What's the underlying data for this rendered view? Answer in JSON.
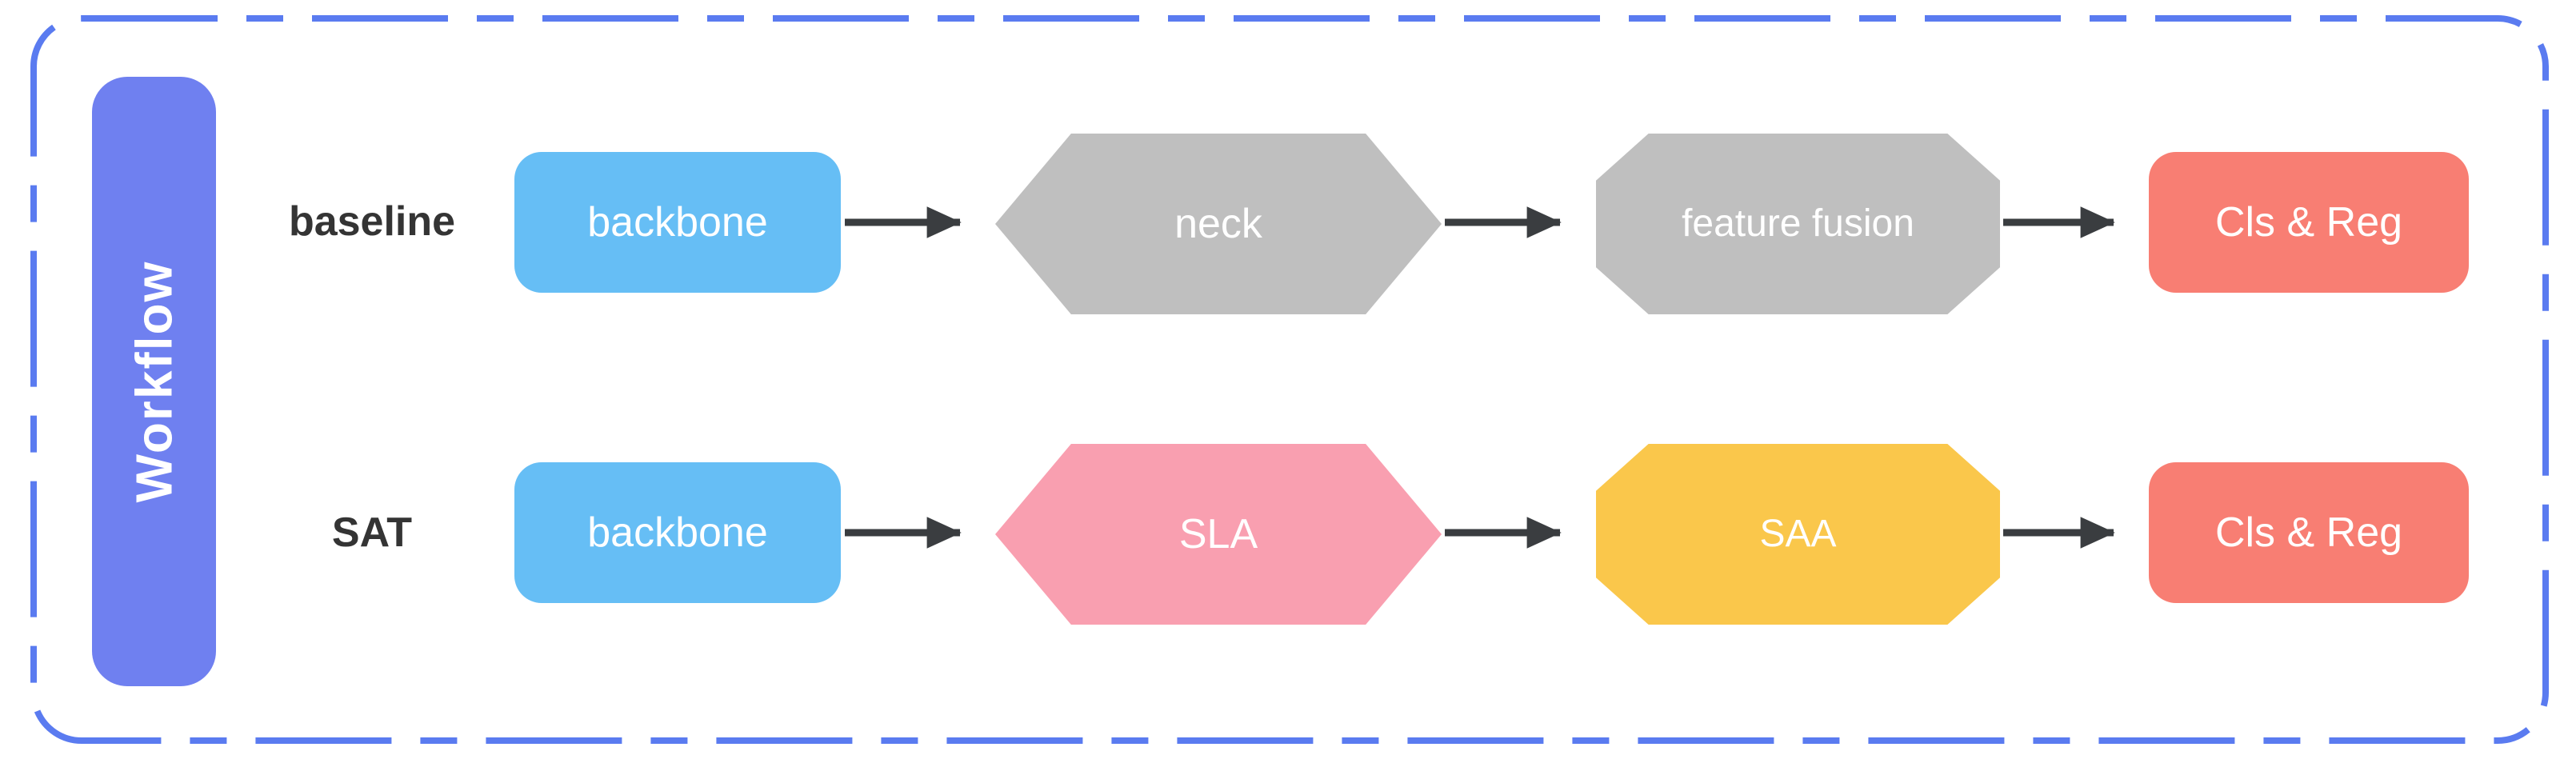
{
  "figure": {
    "sidebar_title": "Workflow",
    "rows": [
      {
        "label": "baseline",
        "nodes": [
          {
            "label": "backbone",
            "shape": "rounded-rect",
            "color": "#66BEF5"
          },
          {
            "label": "neck",
            "shape": "hexagon",
            "color": "#BFBFBF"
          },
          {
            "label": "feature fusion",
            "shape": "octagon",
            "color": "#BFBFBF"
          },
          {
            "label": "Cls & Reg",
            "shape": "rounded-rect",
            "color": "#F87E73"
          }
        ]
      },
      {
        "label": "SAT",
        "nodes": [
          {
            "label": "backbone",
            "shape": "rounded-rect",
            "color": "#66BEF5"
          },
          {
            "label": "SLA",
            "shape": "hexagon",
            "color": "#F99FB0"
          },
          {
            "label": "SAA",
            "shape": "octagon",
            "color": "#FAC74B"
          },
          {
            "label": "Cls & Reg",
            "shape": "rounded-rect",
            "color": "#F87E73"
          }
        ]
      }
    ],
    "colors": {
      "border": "#5A7BF0",
      "workflow_bar": "#6F80F0",
      "arrow": "#3A3D40",
      "row_label_text": "#343434",
      "node_text": "#FFFFFF"
    }
  }
}
